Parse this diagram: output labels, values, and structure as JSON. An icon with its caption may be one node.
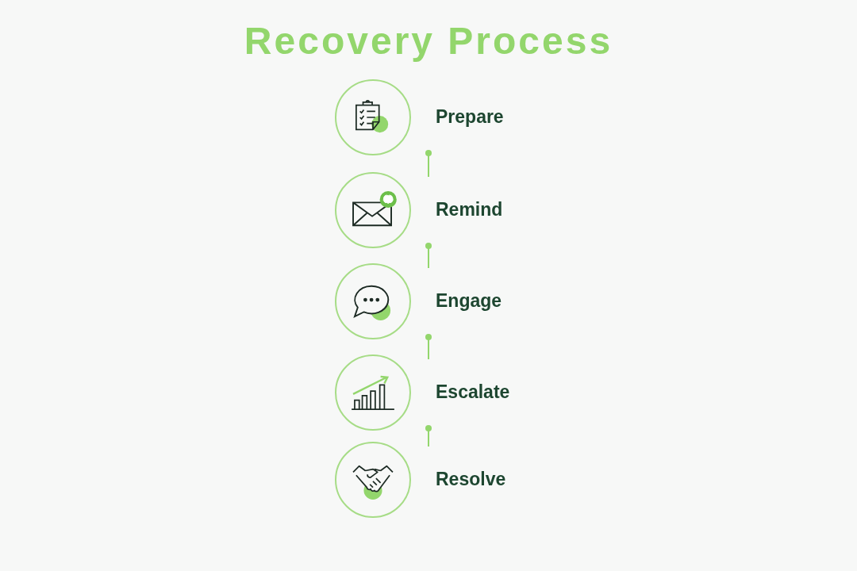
{
  "diagram": {
    "title": "Recovery Process",
    "nodes": [
      {
        "text": [
          "Prepare"
        ]
      },
      {
        "text": [
          "Remind"
        ]
      },
      {
        "text": [
          "Engage"
        ]
      },
      {
        "text": [
          "Escalate"
        ]
      },
      {
        "text": [
          "Resolve"
        ]
      }
    ],
    "edges": [
      {
        "from": 0,
        "to": 1,
        "arrow": "other"
      },
      {
        "from": 1,
        "to": 2,
        "arrow": "other"
      },
      {
        "from": 2,
        "to": 3,
        "arrow": "other"
      },
      {
        "from": 3,
        "to": 4,
        "arrow": "other"
      }
    ]
  }
}
